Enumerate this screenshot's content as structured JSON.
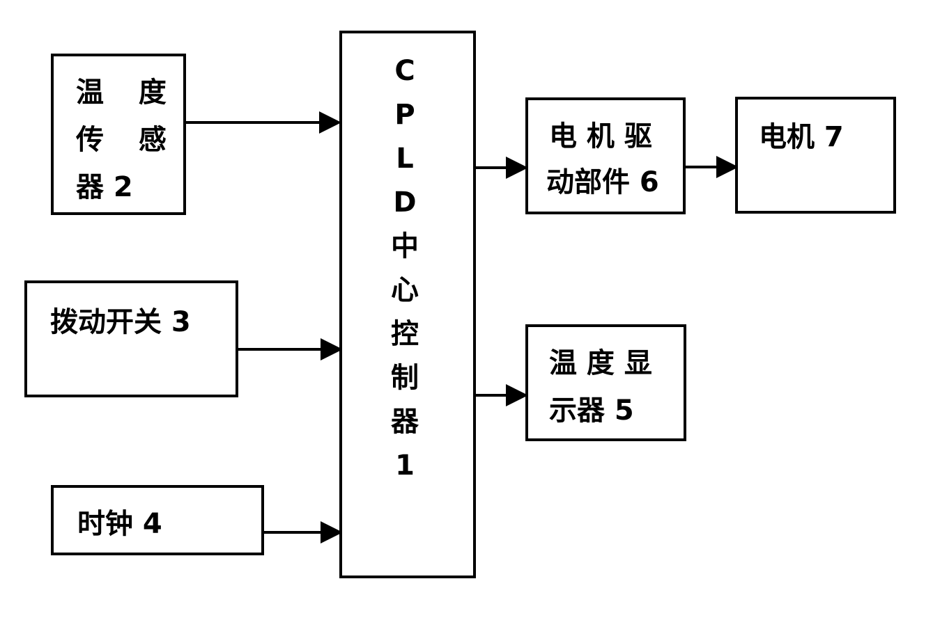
{
  "diagram": {
    "type": "block-diagram",
    "nodes": {
      "temp_sensor": {
        "id": 2,
        "lines": [
          "温 度",
          "传 感",
          "器 2"
        ]
      },
      "cpld": {
        "id": 1,
        "chars": [
          "C",
          "P",
          "L",
          "D",
          "中",
          "心",
          "控",
          "制",
          "器",
          "1"
        ]
      },
      "dip_switch": {
        "id": 3,
        "lines": [
          "拨动开关 3"
        ]
      },
      "clock": {
        "id": 4,
        "lines": [
          "时钟 4"
        ]
      },
      "motor_driver": {
        "id": 6,
        "lines": [
          "电 机 驱",
          "动部件 6"
        ]
      },
      "motor": {
        "id": 7,
        "lines": [
          "电机 7"
        ]
      },
      "temp_display": {
        "id": 5,
        "lines": [
          "温 度 显",
          "示器 5"
        ]
      }
    },
    "edges": [
      {
        "from": "temp_sensor",
        "to": "cpld"
      },
      {
        "from": "dip_switch",
        "to": "cpld"
      },
      {
        "from": "clock",
        "to": "cpld"
      },
      {
        "from": "cpld",
        "to": "motor_driver"
      },
      {
        "from": "motor_driver",
        "to": "motor"
      },
      {
        "from": "cpld",
        "to": "temp_display"
      }
    ]
  }
}
